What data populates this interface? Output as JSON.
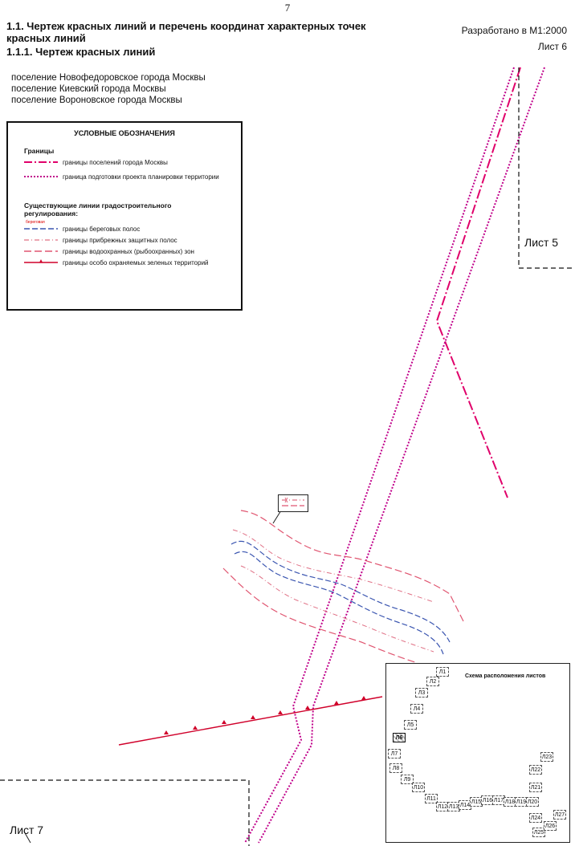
{
  "page_number": "7",
  "header": {
    "title_line1": "1.1. Чертеж красных линий и перечень координат характерных точек",
    "title_line2": "красных линий",
    "subtitle": "1.1.1. Чертеж красных линий",
    "scale": "Разработано в М1:2000",
    "sheet": "Лист 6"
  },
  "settlements": [
    "поселение Новофедоровское города Москвы",
    "поселение Киевский города Москвы",
    "поселение Вороновское города Москвы"
  ],
  "legend": {
    "title": "УСЛОВНЫЕ ОБОЗНАЧЕНИЯ",
    "group1_title": "Границы",
    "group1_items": [
      "границы поселений города Москвы",
      "граница подготовки проекта планировки территории"
    ],
    "group2_title": "Существующие линии градостроительного регулирования:",
    "tiny_label": "береговая",
    "group2_items": [
      "границы береговых полос",
      "границы прибрежных защитных полос",
      "границы водоохранных (рыбоохранных) зон",
      "границы особо охраняемых зеленых территорий"
    ]
  },
  "adjacent_sheets": {
    "right": "Лист 5",
    "bottom_left": "Лист 7"
  },
  "scheme": {
    "title": "Схема расположения листов",
    "sheets": [
      "Л1",
      "Л2",
      "Л3",
      "Л4",
      "Л5",
      "Л6",
      "Л7",
      "Л8",
      "Л9",
      "Л10",
      "Л11",
      "Л12",
      "Л13",
      "Л14",
      "Л15",
      "Л16",
      "Л17",
      "Л18",
      "Л19",
      "Л20",
      "Л21",
      "Л22",
      "Л23",
      "Л24",
      "Л25",
      "Л26",
      "Л27"
    ],
    "active_sheet": "Л6"
  },
  "colors": {
    "settlement_boundary": "#e0006a",
    "planning_boundary": "#c0008a",
    "coastal_strip": "#3a55b0",
    "protective_strip": "#e05570",
    "green_territory": "#d0002a"
  }
}
